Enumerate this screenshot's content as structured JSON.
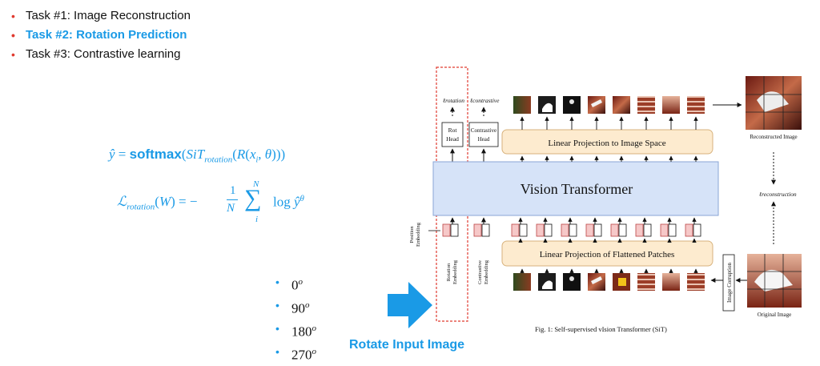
{
  "tasks": [
    {
      "label": "Task #1: Image Reconstruction",
      "active": false
    },
    {
      "label": "Task #2: Rotation Prediction",
      "active": true
    },
    {
      "label": "Task #3: Contrastive learning",
      "active": false
    }
  ],
  "equations": {
    "prediction": "ŷ = softmax(SiT_rotation(R(x_i, θ)))",
    "loss": "ℒ_rotation(W) = − (1/N) Σ_i^N log ŷ^θ"
  },
  "rotations": [
    "0",
    "90",
    "180",
    "270"
  ],
  "rotation_superscript": "o",
  "rotate_label": "Rotate Input Image",
  "diagram": {
    "vision_transformer": "Vision Transformer",
    "linear_projection_image": "Linear Projection to Image Space",
    "linear_projection_patches": "Linear Projection of Flattened Patches",
    "rot_head": [
      "Rot",
      "Head"
    ],
    "contrastive_head": [
      "Contrastive",
      "Head"
    ],
    "position_embedding": [
      "Position",
      "Embedding"
    ],
    "rotation_embedding": [
      "Rotation",
      "Embedding"
    ],
    "contrastive_embedding": [
      "Contrastive",
      "Embedding"
    ],
    "image_corruption": "Image Corruption",
    "loss_rotation": "ℓrotation",
    "loss_contrastive": "ℓcontrastive",
    "loss_reconstruction": "ℓreconstruction",
    "reconstructed_image": "Reconstructed Image",
    "original_image": "Original Image",
    "caption": "Fig. 1: Self-supervised vIsion Transformer (SiT)"
  },
  "colors": {
    "accent": "#1a9ae6",
    "bullet": "#e03a2f",
    "transformer_fill": "#d6e3f8",
    "projection_fill": "#fdebcf",
    "embedding_fill": "#f6c8c8",
    "dashed_box": "#e03a2f"
  }
}
